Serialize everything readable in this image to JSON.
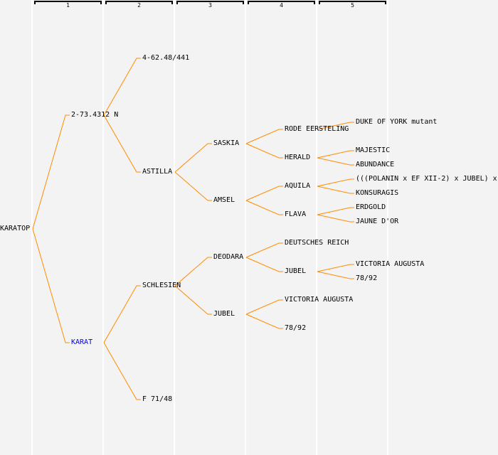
{
  "columns": [
    "1",
    "2",
    "3",
    "4",
    "5"
  ],
  "colors": {
    "line": "#ff8c00",
    "highlight": "#0000ff",
    "text": "#000000"
  },
  "tree": {
    "name": "KARATOP",
    "children": [
      {
        "name": "2-73.4312 N",
        "children": [
          {
            "name": "4-62.48/441",
            "children": []
          },
          {
            "name": "ASTILLA",
            "children": [
              {
                "name": "SASKIA",
                "children": [
                  {
                    "name": "RODE EERSTELING",
                    "children": [
                      {
                        "name": "DUKE OF YORK mutant",
                        "children": []
                      },
                      null
                    ]
                  },
                  {
                    "name": "HERALD",
                    "children": [
                      {
                        "name": "MAJESTIC",
                        "children": []
                      },
                      {
                        "name": "ABUNDANCE",
                        "children": []
                      }
                    ]
                  }
                ]
              },
              {
                "name": "AMSEL",
                "children": [
                  {
                    "name": "AQUILA",
                    "children": [
                      {
                        "name": "(((POLANIN x EF XII-2) x JUBEL) x",
                        "children": []
                      },
                      {
                        "name": "KONSURAGIS",
                        "children": []
                      }
                    ]
                  },
                  {
                    "name": "FLAVA",
                    "children": [
                      {
                        "name": "ERDGOLD",
                        "children": []
                      },
                      {
                        "name": "JAUNE D'OR",
                        "children": []
                      }
                    ]
                  }
                ]
              }
            ]
          }
        ]
      },
      {
        "name": "KARAT",
        "highlight": true,
        "children": [
          {
            "name": "SCHLESIEN",
            "children": [
              {
                "name": "DEODARA",
                "children": [
                  {
                    "name": "DEUTSCHES REICH",
                    "children": []
                  },
                  {
                    "name": "JUBEL",
                    "children": [
                      {
                        "name": "VICTORIA AUGUSTA",
                        "children": []
                      },
                      {
                        "name": "78/92",
                        "children": []
                      }
                    ]
                  }
                ]
              },
              {
                "name": "JUBEL",
                "children": [
                  {
                    "name": "VICTORIA AUGUSTA",
                    "children": []
                  },
                  {
                    "name": "78/92",
                    "children": []
                  }
                ]
              }
            ]
          },
          {
            "name": "F 71/48",
            "children": []
          }
        ]
      }
    ]
  }
}
